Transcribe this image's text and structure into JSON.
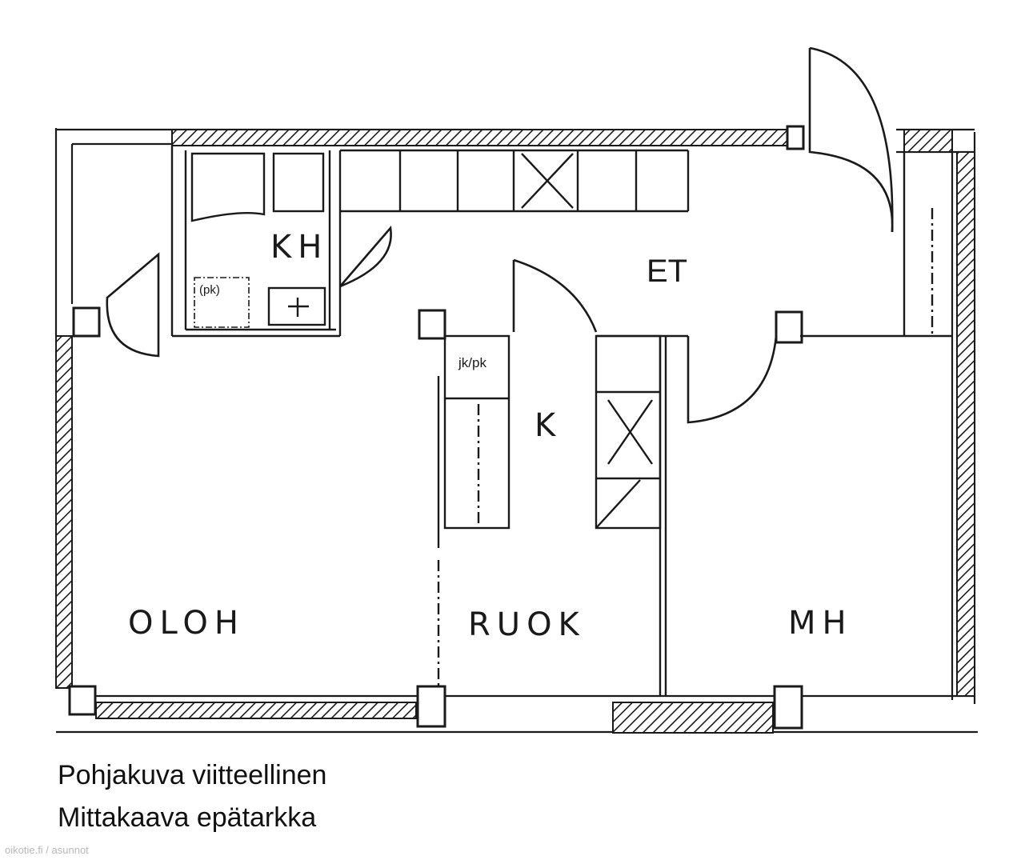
{
  "rooms": {
    "kh": "KH",
    "et": "ET",
    "k": "K",
    "oloh": "OLOH",
    "ruok": "RUOK",
    "mh": "MH"
  },
  "fixtures": {
    "pk": "(pk)",
    "jkpk": "jk/pk"
  },
  "notes": {
    "line1": "Pohjakuva viitteellinen",
    "line2": "Mittakaava epätarkka"
  },
  "watermark": "oikotie.fi / asunnot",
  "colors": {
    "ink": "#1a1a1a",
    "paper": "#ffffff",
    "watermark": "#b8b8b8"
  }
}
